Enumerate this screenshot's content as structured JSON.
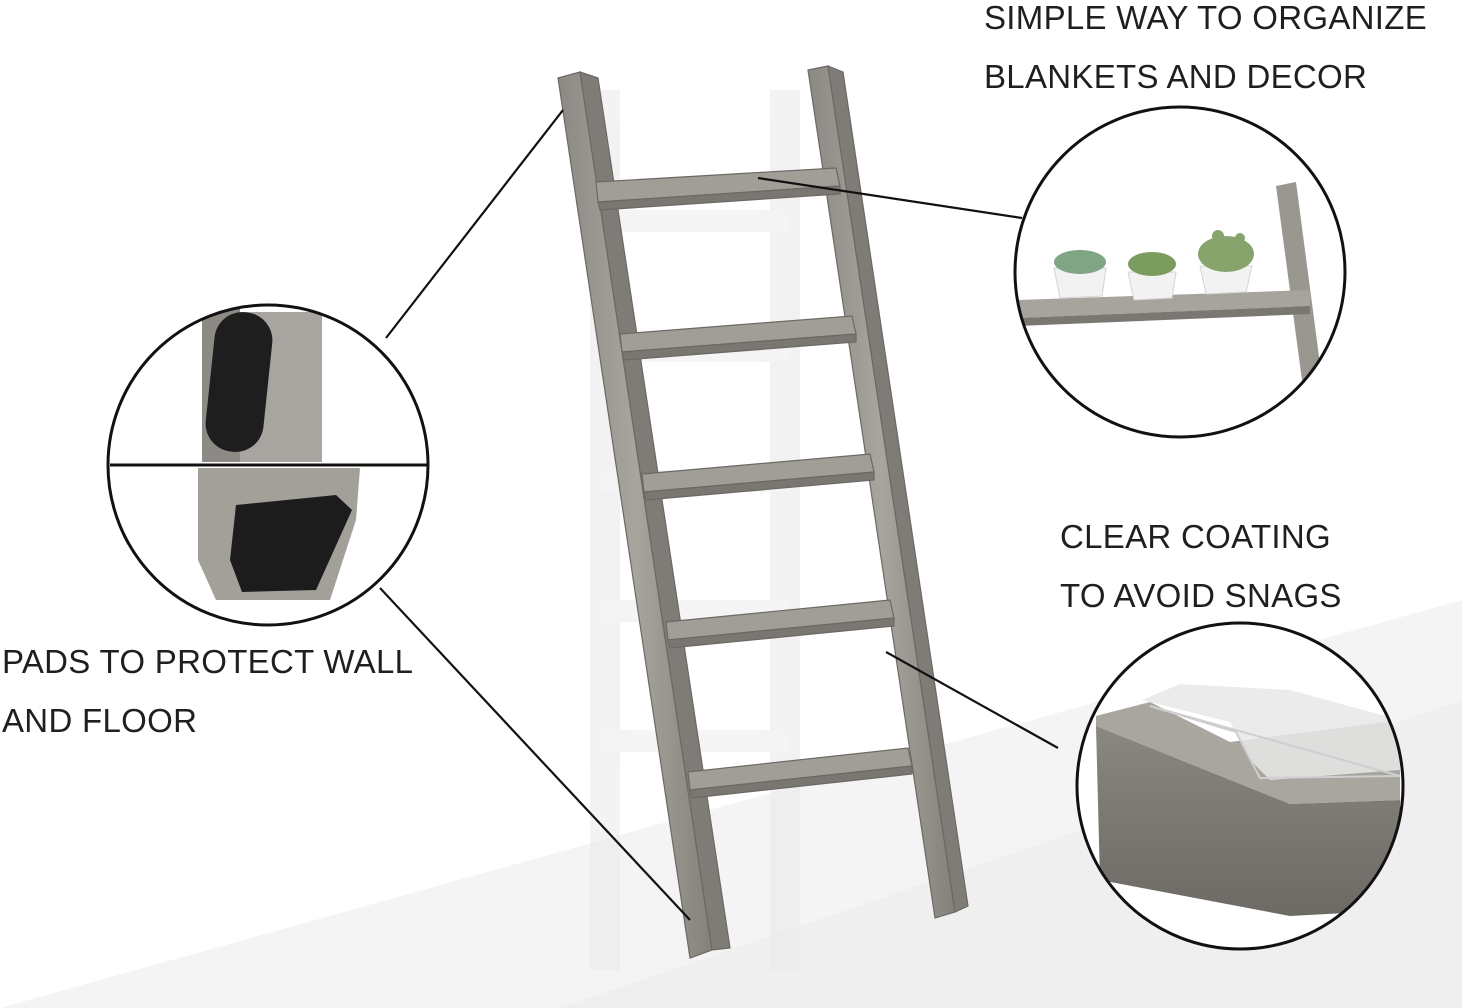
{
  "captions": {
    "organize": {
      "line1": "SIMPLE WAY TO ORGANIZE",
      "line2": "BLANKETS AND DECOR"
    },
    "coating": {
      "line1": "CLEAR COATING",
      "line2": "TO AVOID  SNAGS"
    },
    "pads": {
      "line1": "PADS TO PROTECT WALL",
      "line2": "AND FLOOR"
    }
  },
  "colors": {
    "wood": "#9a9690",
    "wood_dark": "#6f6b66",
    "wood_light": "#b8b4ae",
    "pad": "#1c1c1c",
    "line": "#111111",
    "wall_shadow": "#e6e6e6"
  },
  "icons": {
    "ladder": "blanket-ladder-image",
    "pads_detail": "rubber-pad-detail",
    "shelf_detail": "shelf-with-succulents-detail",
    "coating_detail": "clear-coating-detail"
  }
}
